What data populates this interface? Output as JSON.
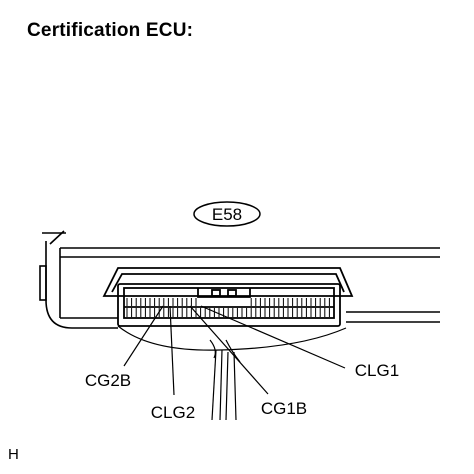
{
  "title": "Certification ECU:",
  "connector_id": "E58",
  "pins": {
    "cg2b": "CG2B",
    "clg2": "CLG2",
    "cg1b": "CG1B",
    "clg1": "CLG1"
  },
  "footer_code": "H"
}
